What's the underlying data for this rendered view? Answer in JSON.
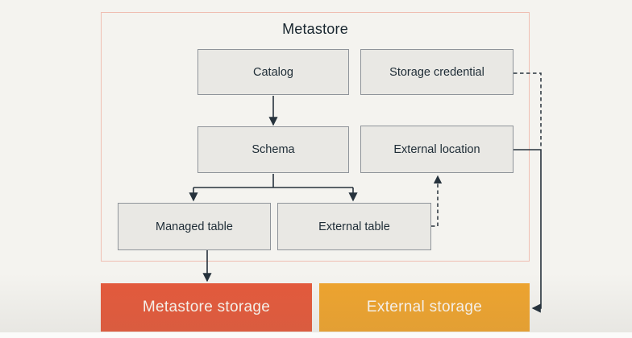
{
  "diagram": {
    "title": "Metastore",
    "nodes": {
      "catalog": {
        "label": "Catalog"
      },
      "storage_credential": {
        "label": "Storage credential"
      },
      "schema": {
        "label": "Schema"
      },
      "external_location": {
        "label": "External location"
      },
      "managed_table": {
        "label": "Managed table"
      },
      "external_table": {
        "label": "External table"
      }
    },
    "storage_boxes": {
      "metastore_storage": {
        "label": "Metastore storage",
        "fill": "#e45a3c"
      },
      "external_storage": {
        "label": "External storage",
        "fill": "#eea42f"
      }
    },
    "edges": [
      {
        "from": "Catalog",
        "to": "Schema",
        "style": "solid"
      },
      {
        "from": "Schema",
        "to": "Managed table",
        "style": "solid"
      },
      {
        "from": "Schema",
        "to": "External table",
        "style": "solid"
      },
      {
        "from": "Managed table",
        "to": "Metastore storage",
        "style": "solid"
      },
      {
        "from": "External location",
        "to": "External storage",
        "style": "solid"
      },
      {
        "from": "Storage credential",
        "to": "External storage",
        "style": "dashed"
      },
      {
        "from": "External table",
        "to": "External location",
        "style": "dashed"
      }
    ],
    "colors": {
      "background": "#f4f3ef",
      "boundary_border": "#efbeb2",
      "node_fill": "#e9e8e4",
      "node_border": "#8f949a",
      "connector": "#26323c",
      "node_text": "#1e2c36",
      "storage_text": "#fbf6ef",
      "metastore_storage_fill": "#e45a3c",
      "external_storage_fill": "#eea42f"
    }
  }
}
